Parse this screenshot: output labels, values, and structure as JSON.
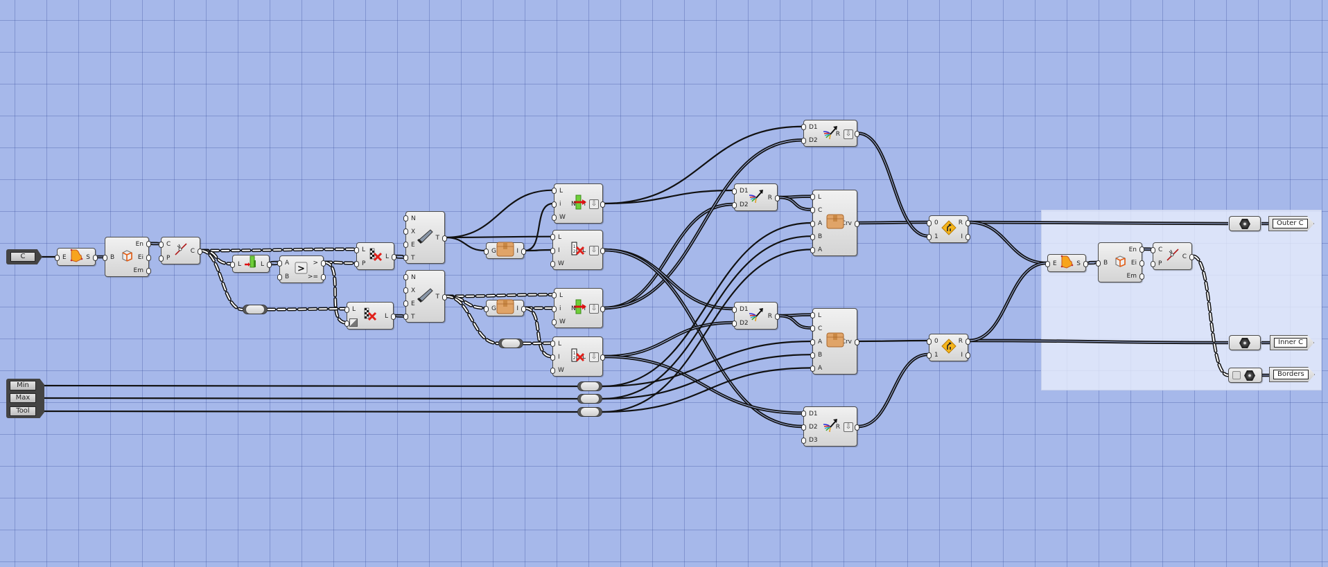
{
  "canvas": {
    "background": "#a6b8ea",
    "group_color": "#e8edfa"
  },
  "inputs": {
    "c_param": "C",
    "sliders": [
      "Min",
      "Max",
      "Tool"
    ]
  },
  "components": {
    "explode1": {
      "in": [
        "E"
      ],
      "out": [
        "S"
      ],
      "icon": "explode-brep-icon"
    },
    "deconstruct1": {
      "in": [
        "B"
      ],
      "out": [
        "En",
        "Ei",
        "Em"
      ],
      "icon": "deconstruct-brep-icon"
    },
    "join1": {
      "in": [
        "C",
        "P"
      ],
      "out": [
        "C"
      ],
      "icon": "join-curves-icon"
    },
    "listlen": {
      "in": [
        "L"
      ],
      "out": [
        "L"
      ],
      "icon": "list-length-icon"
    },
    "compare": {
      "in": [
        "A",
        "B"
      ],
      "out": [
        ">",
        ">="
      ],
      "icon": "larger-than-icon",
      "symbol": ">"
    },
    "cullpat1": {
      "in": [
        "L",
        "P"
      ],
      "out": [
        "L"
      ],
      "icon": "cull-pattern-icon"
    },
    "cullpat2": {
      "in": [
        "L",
        "P"
      ],
      "out": [
        "L"
      ],
      "icon": "cull-pattern-icon"
    },
    "shift1": {
      "in": [
        "N",
        "X",
        "E",
        "T"
      ],
      "out": [
        "T"
      ],
      "icon": "saw-icon"
    },
    "shift2": {
      "in": [
        "N",
        "X",
        "E",
        "T"
      ],
      "out": [
        "T"
      ],
      "icon": "saw-icon"
    },
    "box1": {
      "in": [
        "G"
      ],
      "out": [
        "I"
      ],
      "icon": "box-icon"
    },
    "box2": {
      "in": [
        "G"
      ],
      "out": [
        "I"
      ],
      "icon": "box-icon"
    },
    "listitem1": {
      "in": [
        "L",
        "i",
        "W"
      ],
      "out": [
        "i"
      ],
      "icon": "list-item-icon",
      "mid": "N"
    },
    "cullidx1": {
      "in": [
        "L",
        "I",
        "W"
      ],
      "out": [
        "L"
      ],
      "icon": "cull-index-icon"
    },
    "listitem2": {
      "in": [
        "L",
        "i",
        "W"
      ],
      "out": [
        "i"
      ],
      "icon": "list-item-icon",
      "mid": "N"
    },
    "cullidx2": {
      "in": [
        "L",
        "I",
        "W"
      ],
      "out": [
        "L"
      ],
      "icon": "cull-index-icon"
    },
    "merge_top": {
      "in": [
        "D1",
        "D2"
      ],
      "out": [
        "R"
      ],
      "icon": "merge-icon"
    },
    "merge_mid1": {
      "in": [
        "D1",
        "D2"
      ],
      "out": [
        "R"
      ],
      "icon": "merge-icon"
    },
    "merge_mid2": {
      "in": [
        "D1",
        "D2"
      ],
      "out": [
        "R"
      ],
      "icon": "merge-icon"
    },
    "merge_bot": {
      "in": [
        "D1",
        "D2",
        "D3"
      ],
      "out": [
        "R"
      ],
      "icon": "merge-icon"
    },
    "cluster1": {
      "in": [
        "L",
        "C",
        "A",
        "B",
        "A"
      ],
      "out": [
        "Crv"
      ],
      "icon": "cluster-box-icon"
    },
    "cluster2": {
      "in": [
        "L",
        "C",
        "A",
        "B",
        "A"
      ],
      "out": [
        "Crv"
      ],
      "icon": "cluster-box-icon"
    },
    "stream1": {
      "in": [
        "0",
        "1"
      ],
      "out": [
        "R",
        "I"
      ],
      "icon": "stream-filter-icon"
    },
    "stream2": {
      "in": [
        "0",
        "1"
      ],
      "out": [
        "R",
        "I"
      ],
      "icon": "stream-filter-icon"
    },
    "explode2": {
      "in": [
        "E"
      ],
      "out": [
        "S"
      ],
      "icon": "explode-brep-icon"
    },
    "deconstruct2": {
      "in": [
        "B"
      ],
      "out": [
        "En",
        "Ei",
        "Em"
      ],
      "icon": "deconstruct-brep-icon"
    },
    "join2": {
      "in": [
        "C",
        "P"
      ],
      "out": [
        "C"
      ],
      "icon": "join-curves-icon"
    }
  },
  "outputs": [
    {
      "label": "Outer C",
      "icon": "curve-param-icon"
    },
    {
      "label": "Inner C",
      "icon": "curve-param-icon"
    },
    {
      "label": "Borders",
      "icon": "curve-param-icon",
      "extra_icon": "filter-icon"
    }
  ]
}
